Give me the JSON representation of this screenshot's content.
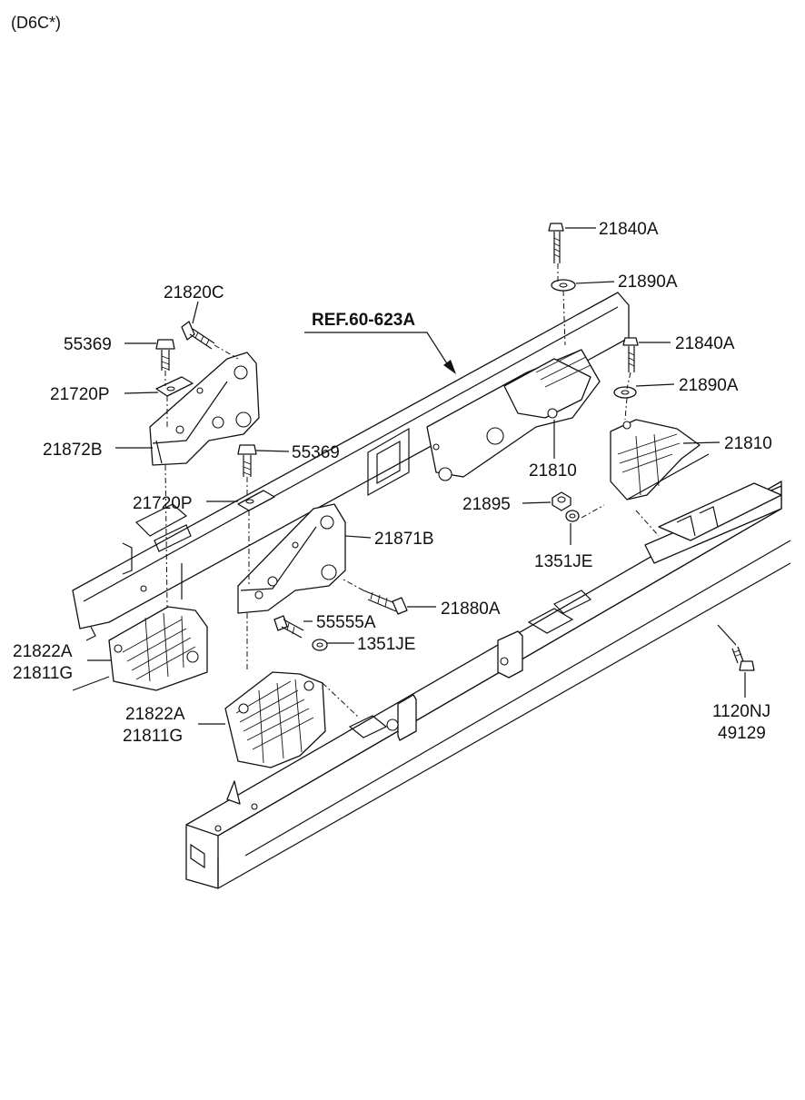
{
  "header": {
    "engine_code": "(D6C*)"
  },
  "reference": {
    "label": "REF.60-623A"
  },
  "callouts": {
    "c_21840A_top": "21840A",
    "c_21890A_top": "21890A",
    "c_21840A_mid": "21840A",
    "c_21890A_mid": "21890A",
    "c_21810_right": "21810",
    "c_21810_center": "21810",
    "c_21895": "21895",
    "c_1351JE_right": "1351JE",
    "c_21820C": "21820C",
    "c_55369_left": "55369",
    "c_21720P_left": "21720P",
    "c_21872B": "21872B",
    "c_55369_center": "55369",
    "c_21720P_center": "21720P",
    "c_21871B": "21871B",
    "c_21880A": "21880A",
    "c_55555A": "55555A",
    "c_1351JE_center": "1351JE",
    "c_21822A_left": "21822A",
    "c_21811G_left": "21811G",
    "c_21822A_center": "21822A",
    "c_21811G_center": "21811G",
    "c_1120NJ": "1120NJ",
    "c_49129": "49129"
  }
}
